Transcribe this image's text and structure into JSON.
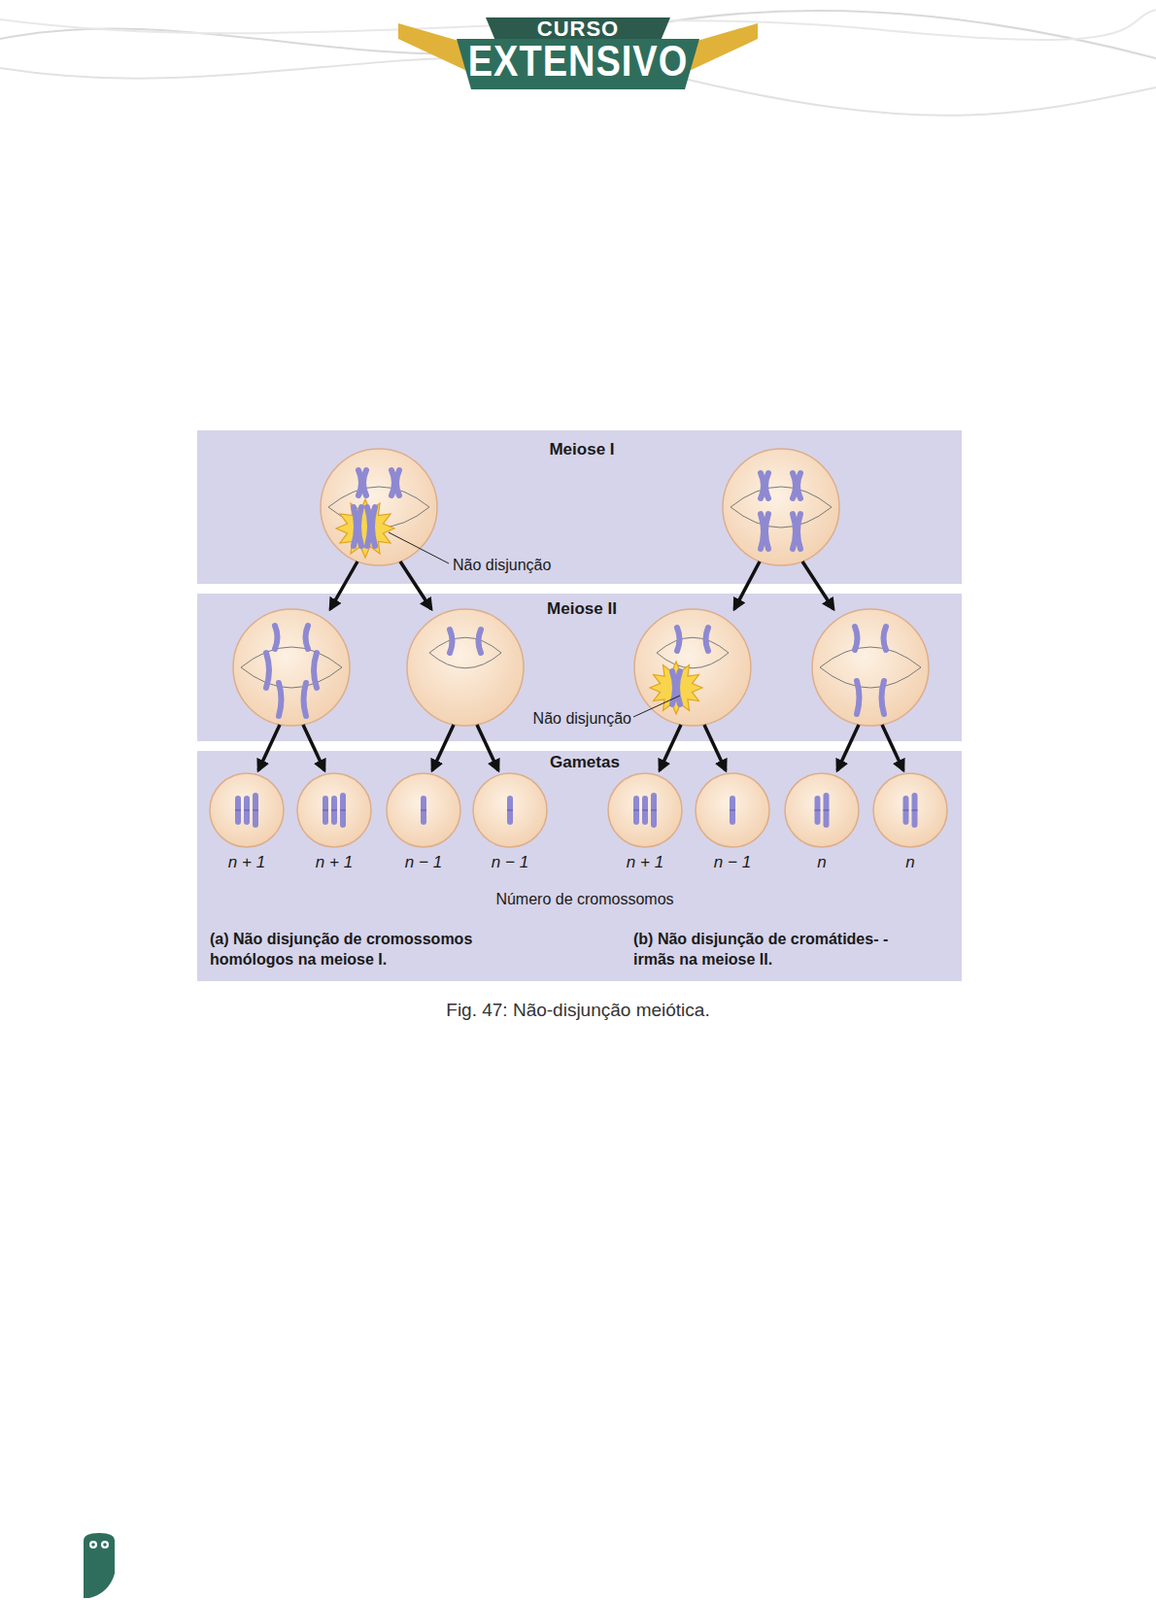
{
  "diagram": {
    "caption": "Fig. 47: Não-disjunção meiótica.",
    "nodes": [
      {
        "text": [
          "Meiose I"
        ]
      },
      {
        "text": [
          "Meiose II"
        ]
      },
      {
        "text": [
          "Gametas",
          "Número de cromossomos",
          "(a) Não disjunção de cromossomos homólogos na meiose I.",
          "(b) Não disjunção de cromátides- -irmãs na meiose II."
        ]
      }
    ],
    "labels": [
      "CURSO",
      "EXTENSIVO",
      "Não disjunção",
      "Não disjunção",
      "n + 1",
      "n + 1",
      "n − 1",
      "n − 1",
      "n + 1",
      "n − 1",
      "n",
      "n"
    ]
  }
}
